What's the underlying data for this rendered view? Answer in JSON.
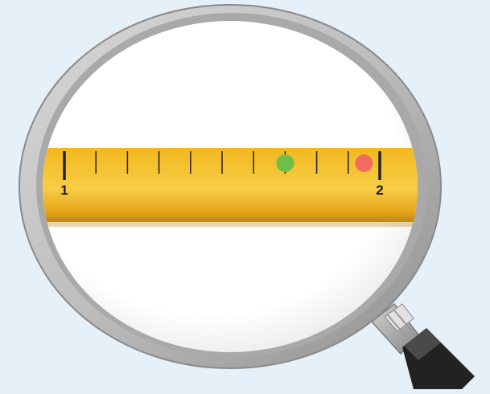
{
  "ruler": {
    "start_label": "1",
    "end_label": "2",
    "subdivisions": 10,
    "color": "#f5c233",
    "markers": [
      {
        "name": "green-dot",
        "value": 1.7,
        "color": "#6cc04a"
      },
      {
        "name": "red-dot",
        "value": 1.95,
        "color": "#f26b60"
      }
    ]
  },
  "icons": {
    "magnifier": "magnifying-glass-icon"
  }
}
